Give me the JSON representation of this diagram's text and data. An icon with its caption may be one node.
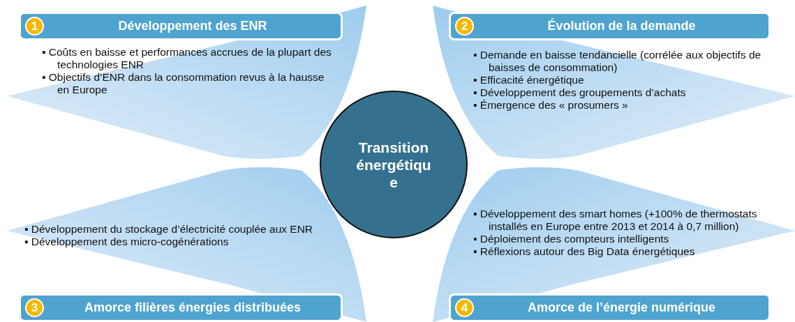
{
  "diagram": {
    "nodes": [
      {
        "text": [
          "Développement des ENR"
        ]
      },
      {
        "text": [
          "1"
        ],
        "in": 0
      },
      {
        "text": [
          "▪ Coûts en baisse et performances accrues de la plupart des technologies ENR",
          "▪ Objectifs d’ENR dans la consommation revus à la hausse en Europe"
        ]
      },
      {
        "text": [
          "Évolution de la demande"
        ]
      },
      {
        "text": [
          "2"
        ],
        "in": 3
      },
      {
        "text": [
          "▪ Demande en baisse tendancielle (corrélée aux objectifs de baisses de consommation)",
          "▪ Efficacité énergétique",
          "▪ Développement des groupements d’achats",
          "▪ Émergence des « prosumers »"
        ]
      },
      {
        "text": [
          "Transition énergétiqu e"
        ]
      },
      {
        "text": [
          "▪ Développement du stockage d’électricité couplée aux ENR",
          "▪ Développement des micro-cogénérations"
        ]
      },
      {
        "text": [
          "Amorce filières énergies distribuées"
        ]
      },
      {
        "text": [
          "3"
        ],
        "in": 8
      },
      {
        "text": [
          "▪ Développement des smart homes (+100% de thermostats installés en Europe entre 2013 et 2014 à 0,7 million)",
          "▪ Déploiement des compteurs intelligents",
          "▪ Réflexions autour des Big Data énergétiques"
        ]
      },
      {
        "text": [
          "Amorce de l’énergie numérique"
        ]
      },
      {
        "text": [
          "4"
        ],
        "in": 11
      }
    ],
    "edges": []
  }
}
